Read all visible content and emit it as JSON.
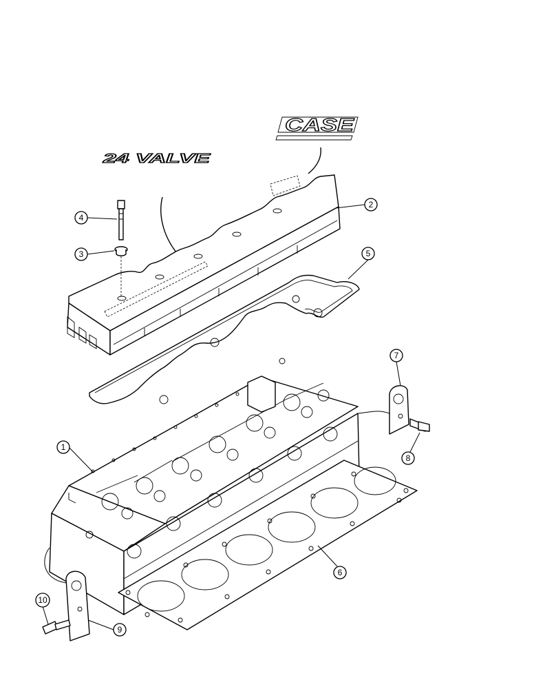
{
  "labels": {
    "decal_case": "CASE",
    "decal_valve": "24 VALVE"
  },
  "callouts": {
    "c1": "1",
    "c2": "2",
    "c3": "3",
    "c4": "4",
    "c5": "5",
    "c6": "6",
    "c7": "7",
    "c8": "8",
    "c9": "9",
    "c10": "10"
  }
}
